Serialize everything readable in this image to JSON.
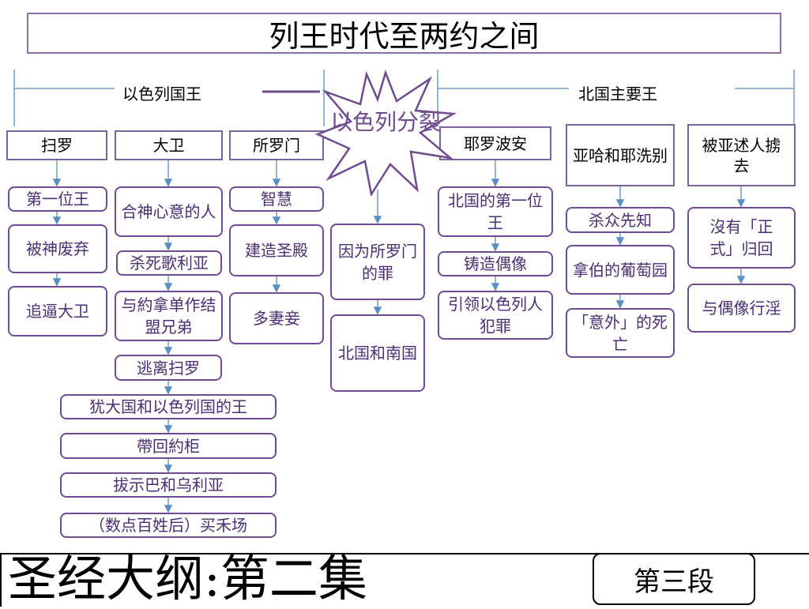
{
  "title": "列王时代至两约之间",
  "south_label": "以色列国王",
  "north_label": "北国主要王",
  "split_label": "以色列分裂",
  "columns": {
    "saul": {
      "head": "扫罗",
      "items": [
        "第一位王",
        "被神废弃",
        "追逼大卫"
      ]
    },
    "david": {
      "head": "大卫",
      "items": [
        "合神心意的人",
        "杀死歌利亚",
        "与約拿单作结盟兄弟",
        "逃离扫罗",
        "犹大国和以色列国的王",
        "帶回約柜",
        "拔示巴和乌利亚",
        "（数点百姓后）买禾场"
      ]
    },
    "solomon": {
      "head": "所罗门",
      "items": [
        "智慧",
        "建造圣殿",
        "多妻妾"
      ]
    },
    "split": {
      "items": [
        "因为所罗门的罪",
        "北国和南国"
      ]
    },
    "jeroboam": {
      "head": "耶罗波安",
      "items": [
        "北国的第一位王",
        "铸造偶像",
        "引领以色列人犯罪"
      ]
    },
    "ahab": {
      "head": "亚哈和耶洗别",
      "items": [
        "杀众先知",
        "拿伯的葡萄园",
        "「意外」的死亡"
      ]
    },
    "exile": {
      "head": "被亚述人掳去",
      "items": [
        "沒有「正式」归回",
        "与偶像行淫"
      ]
    }
  },
  "footer": {
    "subtitle": "圣经大纲:第二集",
    "section": "第三段"
  },
  "colors": {
    "box_border": "#6f4c8f",
    "box_text": "#4a2f72",
    "connector": "#5b8fc4",
    "title_border": "#8a72a8"
  }
}
